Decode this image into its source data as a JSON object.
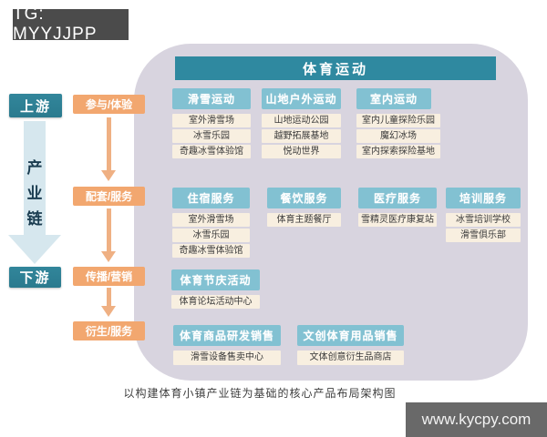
{
  "badges": {
    "tg": "TG: MYYJJPP",
    "watermark": "www.kycpy.com"
  },
  "caption": "以构建体育小镇产业链为基础的核心产品布局架构图",
  "chain": {
    "upstream_label": "上游",
    "downstream_label": "下游",
    "axis_chars": [
      "产",
      "业",
      "链"
    ],
    "stages": [
      "参与/体验",
      "配套/服务",
      "传播/营销",
      "衍生/服务"
    ]
  },
  "diagram": {
    "title": "体育运动",
    "rows": [
      {
        "groups": [
          {
            "header": "滑雪运动",
            "items": [
              "室外滑雪场",
              "冰雪乐园",
              "奇趣冰雪体验馆"
            ]
          },
          {
            "header": "山地户外运动",
            "items": [
              "山地运动公园",
              "越野拓展基地",
              "悦动世界"
            ]
          },
          {
            "header": "室内运动",
            "items": [
              "室内儿童探险乐园",
              "魔幻冰场",
              "室内探索探险基地"
            ]
          }
        ]
      },
      {
        "groups": [
          {
            "header": "住宿服务",
            "items": [
              "室外滑雪场",
              "冰雪乐园",
              "奇趣冰雪体验馆"
            ]
          },
          {
            "header": "餐饮服务",
            "items": [
              "体育主题餐厅"
            ]
          },
          {
            "header": "医疗服务",
            "items": [
              "雪精灵医疗康复站"
            ]
          },
          {
            "header": "培训服务",
            "items": [
              "冰雪培训学校",
              "滑雪俱乐部"
            ]
          }
        ]
      },
      {
        "groups": [
          {
            "header": "体育节庆活动",
            "items": [
              "体育论坛活动中心"
            ]
          }
        ]
      },
      {
        "groups": [
          {
            "header": "体育商品研发销售",
            "items": [
              "滑雪设备售卖中心"
            ]
          },
          {
            "header": "文创体育用品销售",
            "items": [
              "文体创意衍生品商店"
            ]
          }
        ]
      }
    ]
  },
  "colors": {
    "teal_dark": "#2f89a0",
    "teal_light": "#82c1d2",
    "orange": "#f2a76f",
    "panel_bg": "#d8d4df",
    "item_bg": "#f8efe0",
    "arrow_blue": "#d6e7ee",
    "badge_gray": "#4b4b4b"
  }
}
